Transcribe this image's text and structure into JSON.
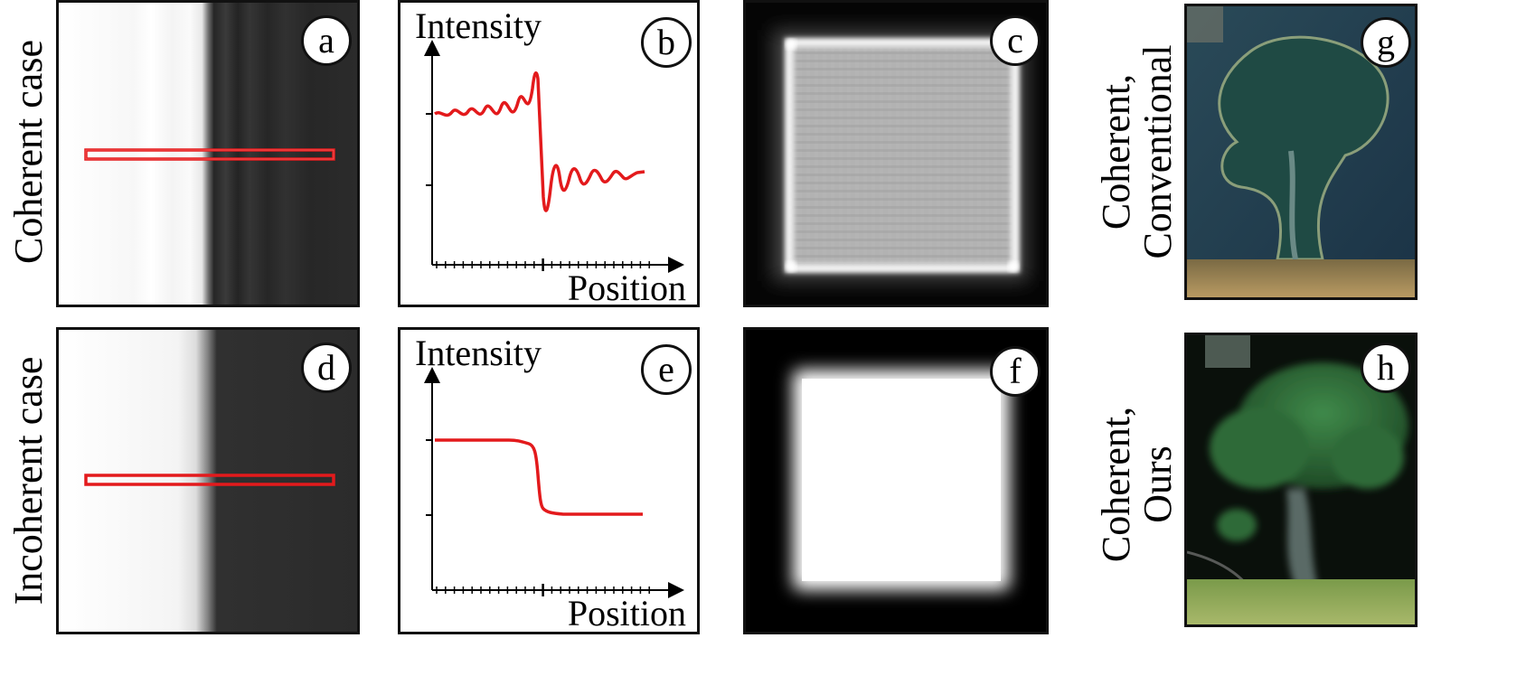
{
  "row_labels": {
    "coherent": "Coherent case",
    "incoherent": "Incoherent case"
  },
  "panels": {
    "a": {
      "badge": "a"
    },
    "b": {
      "badge": "b",
      "ylabel": "Intensity",
      "xlabel": "Position"
    },
    "c": {
      "badge": "c"
    },
    "d": {
      "badge": "d"
    },
    "e": {
      "badge": "e",
      "ylabel": "Intensity",
      "xlabel": "Position"
    },
    "f": {
      "badge": "f"
    },
    "g": {
      "badge": "g",
      "label_line1": "Coherent,",
      "label_line2": "Conventional"
    },
    "h": {
      "badge": "h",
      "label_line1": "Coherent,",
      "label_line2": "Ours"
    }
  },
  "colors": {
    "profile": "#e31a1c",
    "highlight_box": "#e31a1c",
    "frame": "#111111",
    "dark_region": "#2a2a2a"
  }
}
